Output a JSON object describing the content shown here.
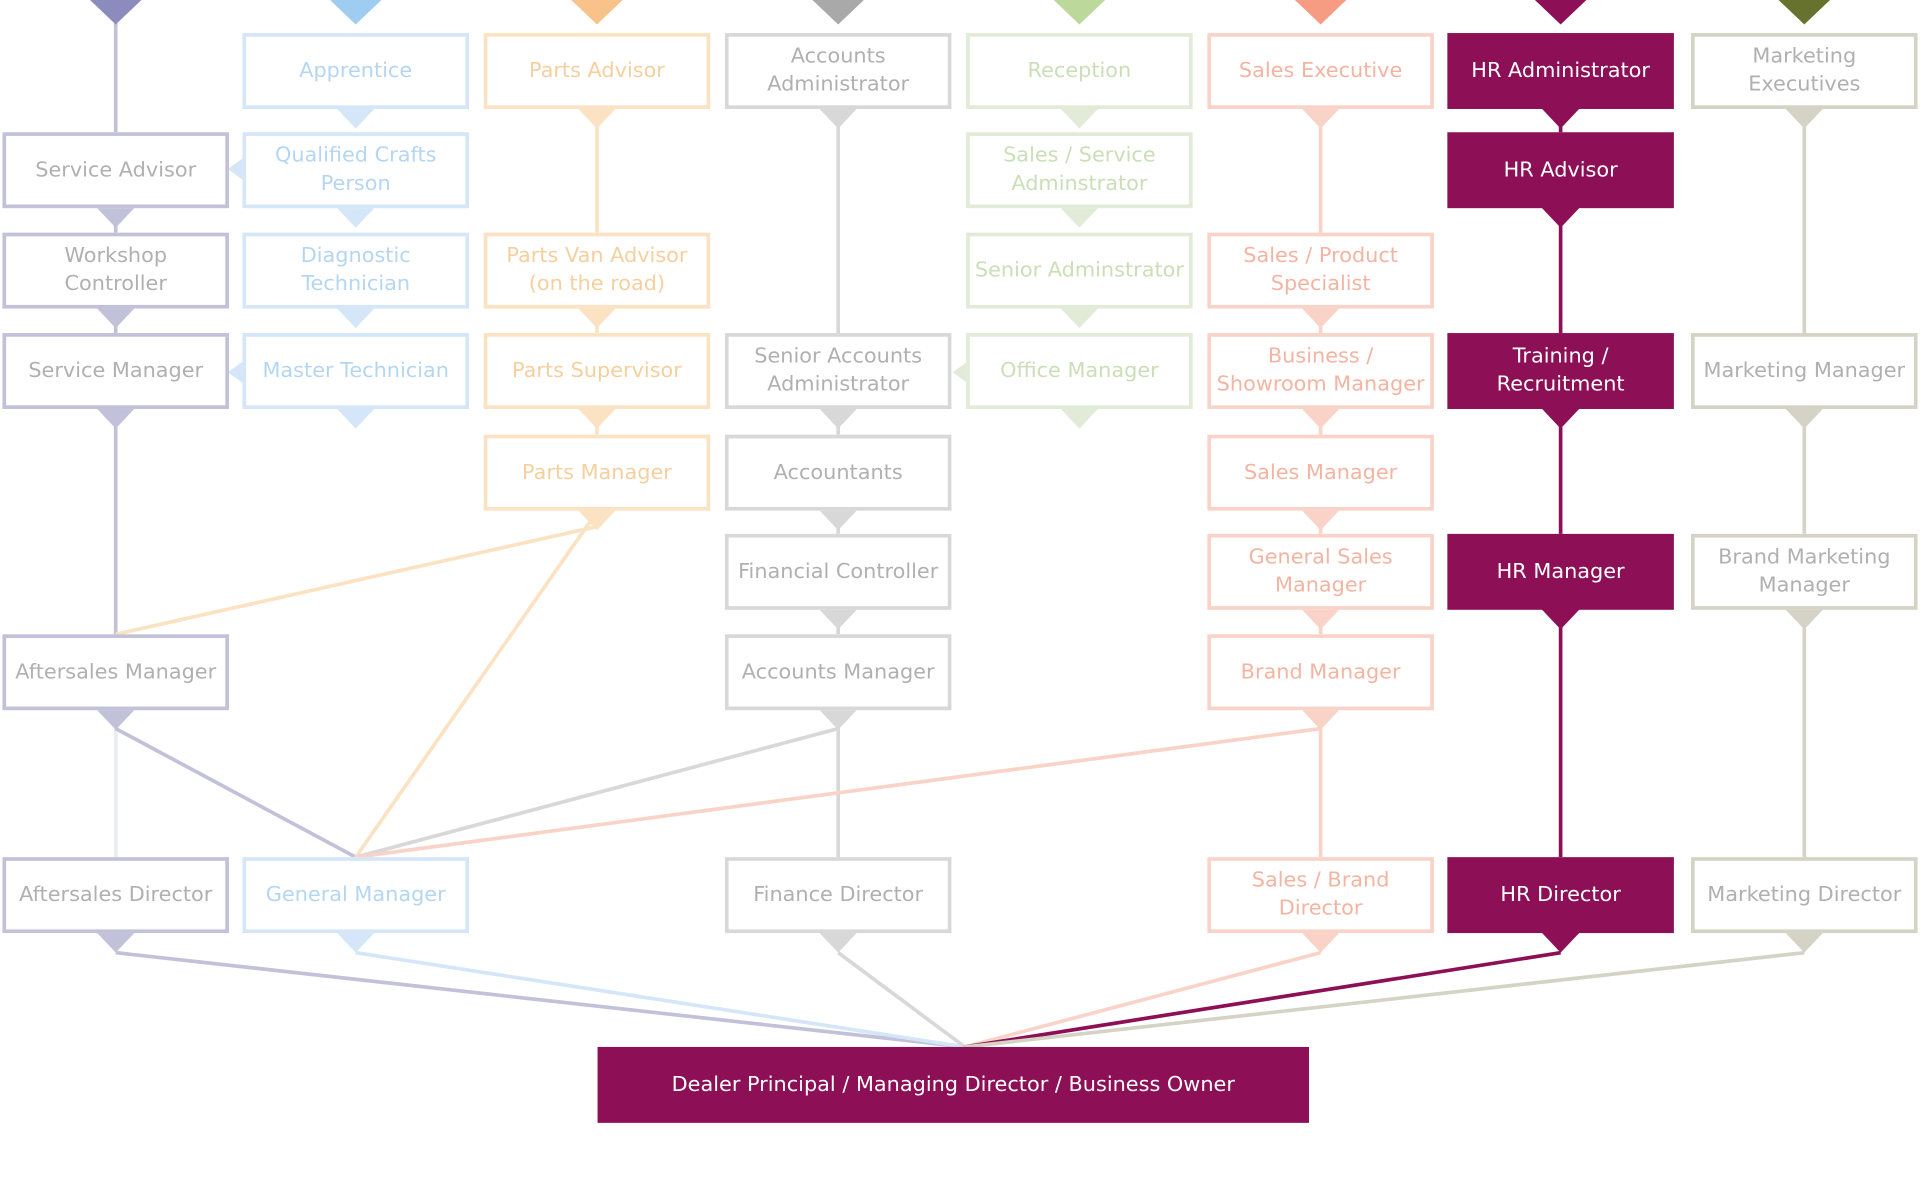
{
  "colors": {
    "aftersales": "#c2c1da",
    "aftersales_dark": "#8c8bbd",
    "technical": "#d4e6f7",
    "technical_dark": "#9fcdf1",
    "parts": "#fbe2c3",
    "parts_dark": "#f8c28a",
    "accounts": "#d8d8d8",
    "accounts_dark": "#a9a9a9",
    "reception": "#e1ebd7",
    "reception_dark": "#bcd89a",
    "sales": "#f9d3c8",
    "sales_dark": "#f59c82",
    "hr": "#8d0f56",
    "marketing": "#d4d3c5",
    "marketing_dark": "#67722e",
    "text_muted": "#b0b0b0"
  },
  "top": {
    "label": "Dealer Principal / Managing Director / Business Owner"
  },
  "columns": [
    {
      "id": "aftersales",
      "roles": [
        "Service Advisor",
        "Workshop Controller",
        "Service Manager",
        "Aftersales Manager",
        "Aftersales Director"
      ]
    },
    {
      "id": "technical",
      "roles": [
        "Apprentice",
        "Qualified Crafts Person",
        "Diagnostic Technician",
        "Master Technician",
        "General Manager"
      ]
    },
    {
      "id": "parts",
      "roles": [
        "Parts Advisor",
        "Parts Van Advisor (on the road)",
        "Parts Supervisor",
        "Parts Manager"
      ]
    },
    {
      "id": "accounts",
      "roles": [
        "Accounts Administrator",
        "Senior Accounts Administrator",
        "Accountants",
        "Financial Controller",
        "Accounts Manager",
        "Finance Director"
      ]
    },
    {
      "id": "reception",
      "roles": [
        "Reception",
        "Sales / Service Adminstrator",
        "Senior Adminstrator",
        "Office Manager"
      ]
    },
    {
      "id": "sales",
      "roles": [
        "Sales Executive",
        "Sales / Product Specialist",
        "Business / Showroom Manager",
        "Sales Manager",
        "General Sales Manager",
        "Brand Manager",
        "Sales / Brand Director"
      ]
    },
    {
      "id": "hr",
      "roles": [
        "HR Administrator",
        "HR Advisor",
        "Training / Recruitment",
        "HR Manager",
        "HR Director"
      ]
    },
    {
      "id": "marketing",
      "roles": [
        "Marketing Executives",
        "Marketing Manager",
        "Brand Marketing Manager",
        "Marketing Director"
      ]
    }
  ]
}
